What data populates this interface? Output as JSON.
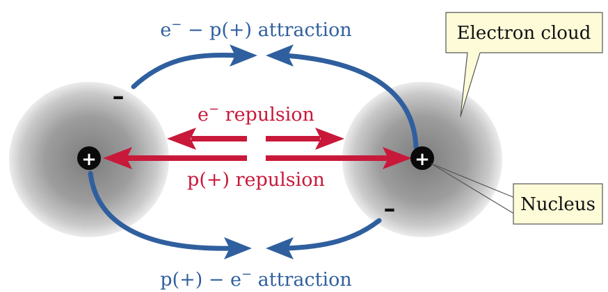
{
  "labels": {
    "top_attraction_e": "e",
    "top_attraction_sup": "−",
    "top_attraction_rest": " − p(+) attraction",
    "e_repulsion_e": "e",
    "e_repulsion_sup": "−",
    "e_repulsion_rest": " repulsion",
    "p_repulsion": "p(+) repulsion",
    "bottom_attraction_pre": "p(+) − e",
    "bottom_attraction_sup": "−",
    "bottom_attraction_rest": " attraction"
  },
  "callouts": {
    "electron_cloud": "Electron cloud",
    "nucleus": "Nucleus"
  },
  "charges": {
    "left_electron": "–",
    "right_electron": "–",
    "left_nucleus": "+",
    "right_nucleus": "+"
  },
  "colors": {
    "attraction": "#2f5f9e",
    "repulsion": "#c8193a",
    "callout_fill": "#fdfbd8",
    "cloud": "#8a8a8a"
  }
}
